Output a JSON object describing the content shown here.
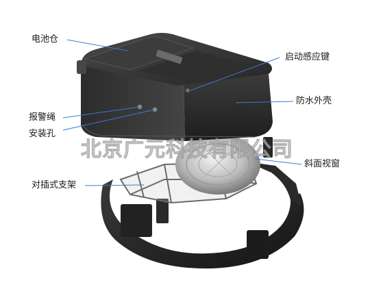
{
  "labels": {
    "battery_compartment": "电池仓",
    "start_sensor_key": "启动感应键",
    "waterproof_shell": "防水外壳",
    "alarm_rope": "报警绳",
    "mounting_hole": "安装孔",
    "oblique_window": "斜面视窗",
    "plug_in_bracket": "对插式支架"
  },
  "watermark": "北京广元科技有限公司",
  "colors": {
    "leader_line": "#3a7bd5",
    "device_body": "#2b2b2b",
    "label_text": "#1a1a1a"
  }
}
